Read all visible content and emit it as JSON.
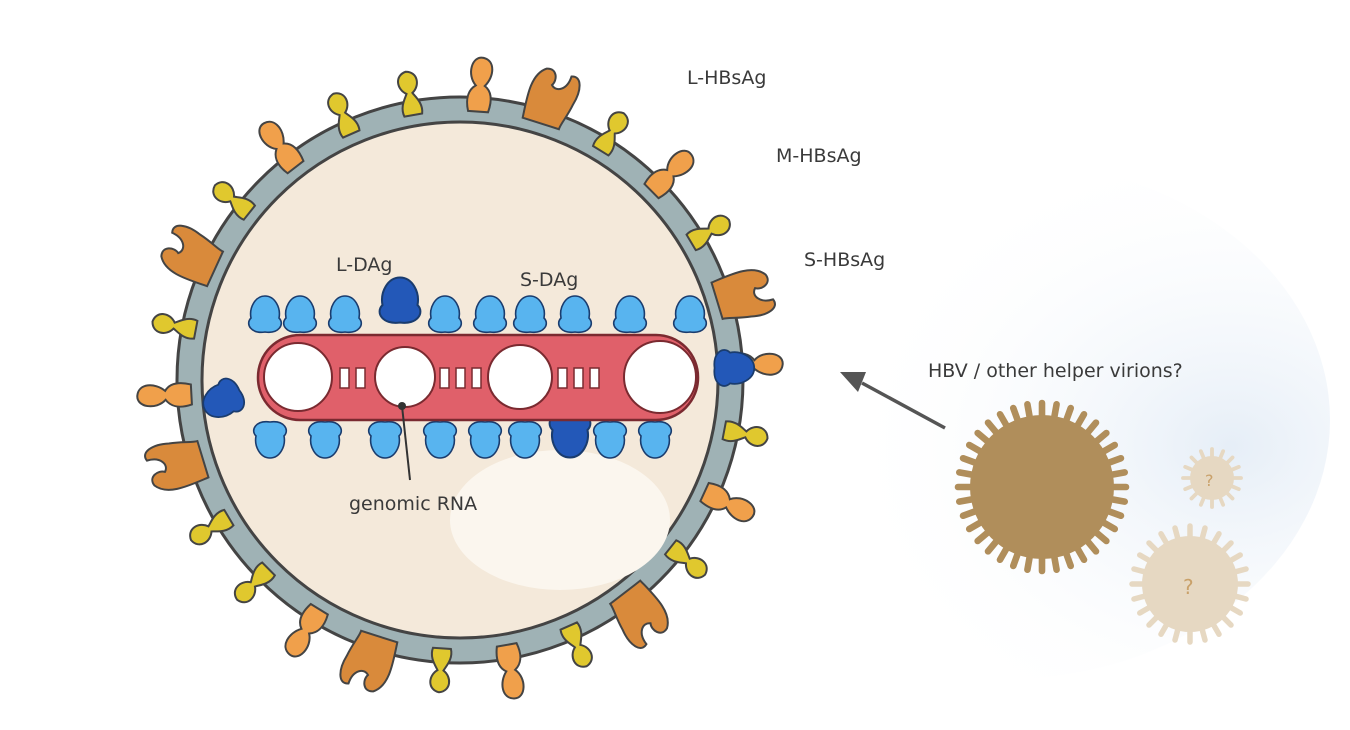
{
  "labels": {
    "l_hbsag": "L-HBsAg",
    "m_hbsag": "M-HBsAg",
    "s_hbsag": "S-HBsAg",
    "l_dag": "L-DAg",
    "s_dag": "S-DAg",
    "genomic_rna": "genomic RNA",
    "helper": "HBV / other helper virions?",
    "unknown_1": "?",
    "unknown_2": "?"
  },
  "colors": {
    "envelope": "#9fb2b5",
    "interior": "#f4e9da",
    "l_hbsag": "#d98a3b",
    "m_hbsag": "#f0a04b",
    "s_hbsag": "#e0c82e",
    "l_dag": "#2358b8",
    "s_dag": "#58b4ef",
    "rna": "#e0606a",
    "hbv": "#b08e5b",
    "unknown_virion": "#e6d8c2"
  },
  "icons": [
    "virion-envelope-icon",
    "surface-antigen-icon",
    "delta-antigen-icon",
    "rna-rod-icon",
    "helper-virion-icon",
    "arrow-icon"
  ]
}
